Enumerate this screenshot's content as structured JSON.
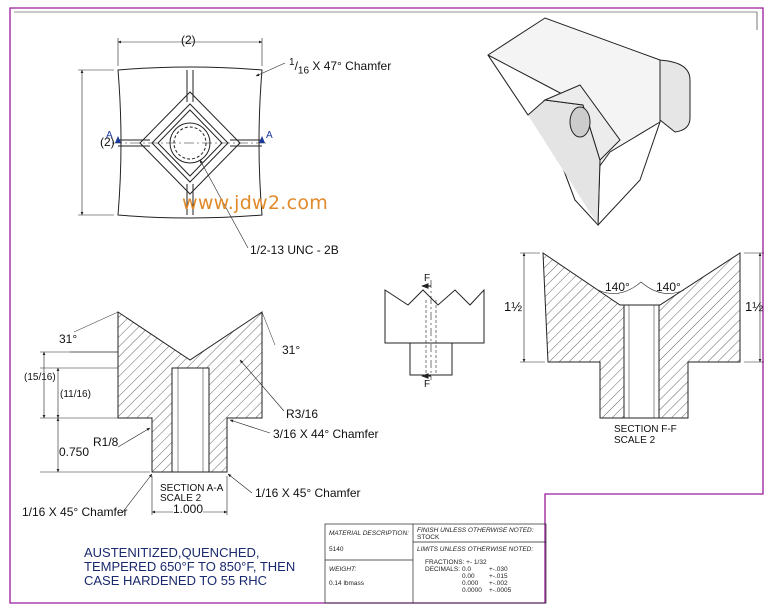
{
  "colors": {
    "border": "#9a1a9a",
    "line": "#222222",
    "fill": "#d8d8d8",
    "note": "#1a2a6e",
    "watermark": "#e08a2a"
  },
  "top_view": {
    "width_dim": "(2)",
    "height_dim": "(2)",
    "chamfer_note_prefix": "1",
    "chamfer_note_denominator": "16",
    "chamfer_note_suffix": " X 47° Chamfer",
    "thread_note": "1/2-13 UNC - 2B",
    "section_letter_left": "A",
    "section_letter_right": "A"
  },
  "watermark": "www.jdw2.com",
  "small_view": {
    "section_letter_top": "F",
    "section_letter_bottom": "F"
  },
  "section_ff": {
    "angle_left": "140°",
    "angle_right": "140°",
    "height_left": "1½",
    "height_right": "1½",
    "title": "SECTION F-F",
    "scale": "SCALE 2"
  },
  "section_aa": {
    "angle_left": "31°",
    "angle_right": "31°",
    "dim_15_16": "(15/16)",
    "dim_11_16": "(11/16)",
    "dim_0750": "0.750",
    "radius_1_8": "R1/8",
    "radius_3_16": "R3/16",
    "chamfer_44": "3/16 X 44° Chamfer",
    "chamfer_45_right": "1/16 X 45° Chamfer",
    "chamfer_45_left": "1/16 X 45° Chamfer",
    "width_dim": "1.000",
    "title": "SECTION A-A",
    "scale": "SCALE 2"
  },
  "notes": {
    "heat_treat": "AUSTENITIZED,QUENCHED, TEMPERED 650°F TO 850°F, THEN CASE HARDENED TO 55 RHC"
  },
  "title_block": {
    "material_label": "MATERIAL DESCRIPTION:",
    "material_value": "5140",
    "weight_label": "WEIGHT:",
    "weight_value": "0.14 lbmass",
    "finish_label": "FINISH UNLESS OTHERWISE NOTED:",
    "finish_value": "STOCK",
    "limits_label": "LIMITS UNLESS OTHERWISE NOTED:",
    "fractions": "FRACTIONS:   +- 1/32",
    "decimals_label": "DECIMALS:",
    "decimal_rows": [
      {
        "places": "0.0",
        "tol": "+-.030"
      },
      {
        "places": "0.00",
        "tol": "+-.015"
      },
      {
        "places": "0.000",
        "tol": "+-.002"
      },
      {
        "places": "0.0000",
        "tol": "+-.0005"
      }
    ]
  }
}
